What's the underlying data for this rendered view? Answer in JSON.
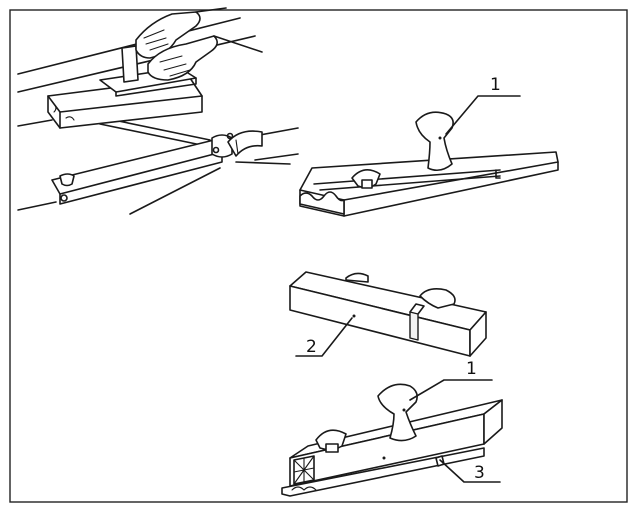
{
  "labels": {
    "sledge_label_top": "1",
    "glue_block_label": "2",
    "sledge_label_bottom": "1",
    "screw_label": "3"
  }
}
